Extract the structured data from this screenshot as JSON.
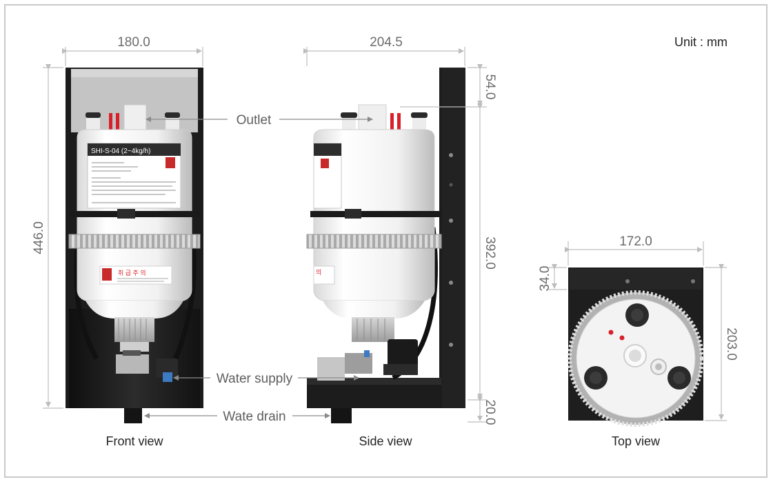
{
  "unit_label": "Unit : mm",
  "views": {
    "front": "Front view",
    "side": "Side view",
    "top": "Top view"
  },
  "dimensions": {
    "front_width": "180.0",
    "front_height": "446.0",
    "side_width": "204.5",
    "side_top": "54.0",
    "side_middle": "392.0",
    "side_bottom": "20.0",
    "top_width": "172.0",
    "top_upper": "34.0",
    "top_depth": "203.0"
  },
  "callouts": {
    "outlet": "Outlet",
    "water_supply": "Water supply",
    "wate_drain": "Wate drain"
  },
  "product_label": {
    "model": "SHI-S-04 (2~4kg/h)",
    "caution": "취 급 주 의",
    "side_caution": "의"
  },
  "colors": {
    "frame": "#c9c9c9",
    "cabinet": "#1c1c1c",
    "cylinder": "#f4f4f4",
    "valve_red": "#d8202a",
    "dimension_line": "#bdbdbd"
  }
}
